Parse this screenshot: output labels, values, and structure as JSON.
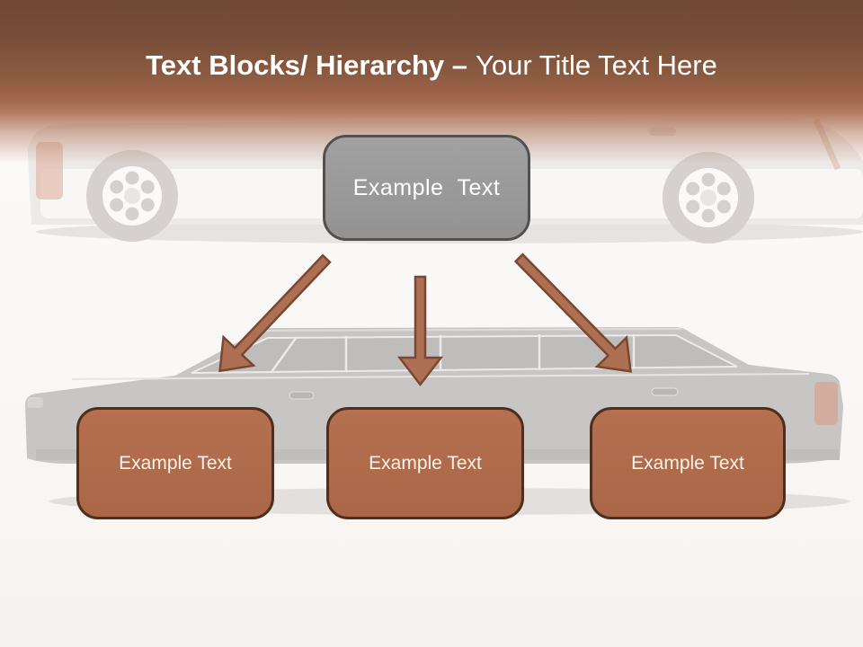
{
  "title": {
    "bold": "Text Blocks/ Hierarchy –",
    "regular": "Your Title Text Here"
  },
  "hierarchy": {
    "root_label": "Example Text",
    "children": [
      {
        "label": "Example Text"
      },
      {
        "label": "Example Text"
      },
      {
        "label": "Example Text"
      }
    ]
  },
  "background": {
    "top_image": "faded-white-limousine-side-view",
    "bottom_image": "faded-dark-limousine-side-view"
  },
  "colors": {
    "header_top": "#6f4833",
    "header_bottom": "#a0654a",
    "root_box_fill": "#9a9a9a",
    "root_box_border": "#515151",
    "child_box_fill": "#b06b4b",
    "child_box_border": "#4e2f1d",
    "arrow_fill": "#ad7053",
    "arrow_stroke": "#7b4731",
    "title_text": "#ffffff"
  }
}
